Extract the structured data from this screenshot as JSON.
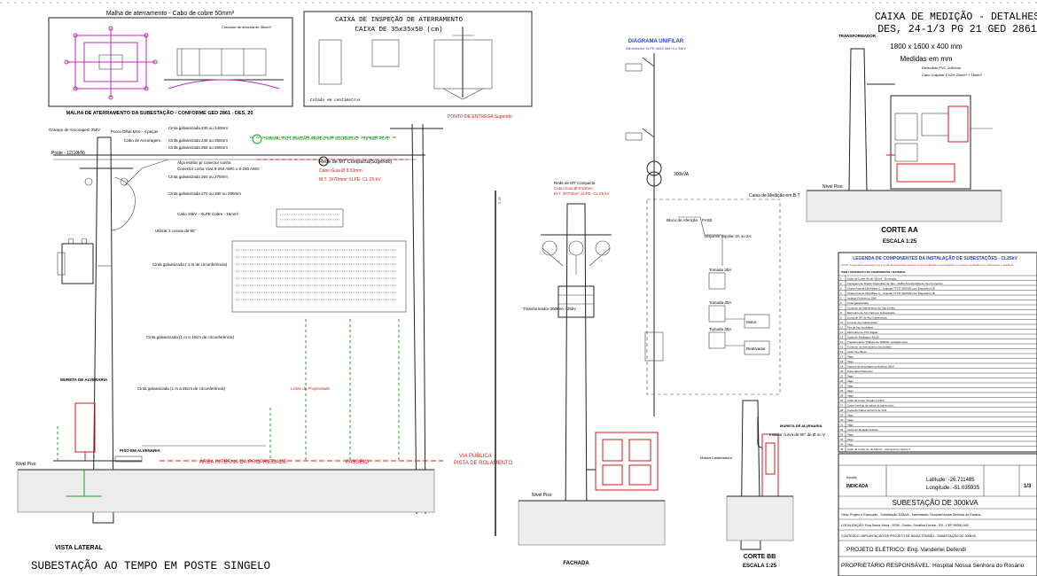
{
  "left": {
    "grounding_plan_title": "Malha de aterramento - Cabo de cobre 50mm²",
    "grounding_plan_note": "Condutor de descida de 35mm²",
    "grounding_caption": "MALHA DE ATERRAMENTO DA SUBESTAÇÃO - CONFORME GED 2861 - DES. 20",
    "inspection_title_1": "CAIXA DE INSPEÇÃO DE ATERRAMENTO",
    "inspection_title_2": "CAIXA   DE  35x35x50  (cm)",
    "inspection_note": "Cotado em centímetros",
    "delivery_point": "PONTO DE ENTREGA Sugerido",
    "branch_label": "RAMAL DE LIGAÇÃO AÉREO MT SUGERIDO ~ 28 METROS",
    "network_label_1": "Rede de MT Compacta(Sugerido)",
    "network_label_2": "Cabo Guia Ø 9.53mm",
    "network_label_3": "M.T. 3#70mm² XLPE- CL 25 kV",
    "pole_label": "Poste - 12(10kN)",
    "labels": [
      "Porca Olhal M16 - 4 peças",
      "Grampo de Ancoragem 25kV",
      "Cinta galvanizada 230 ou 240mm",
      "Cabo de Ancoragem",
      "Cinta galvanizada 240 ou 250mm",
      "Cinta galvanizada 250 ou 260mm",
      "Alça estribo p/ conector cunha",
      "Conector Linha Viva 8-250 AWG x 8-250 AWG",
      "Cinta galvanizada 260 ou 270mm",
      "Cinta galvanizada 270 ou 280 ou 290mm",
      "Cabo 15kV - XLPE Cobre - 16mm²",
      "Utilizar 2 curvas de 90°",
      "Cinta galvanizada ( 1 m de circunferência)",
      "Cinta galvanizada (1 m a 15cm de circunferência)",
      "Cinta galvanizada (1 m a 35cm de circunferência)"
    ],
    "wall_label": "MURETA DE ALVENARIA",
    "floor_label": "PISO EM ALVENARIA",
    "property_limit": "Limite de Propriedade",
    "internal_area": "ÁREA  INTERNA DA PROPRIEDADE",
    "sidewalk": "PASSEIO",
    "public_road": "VIA PÚBLICA",
    "road_surface": "PISTA DE ROLAMENTO",
    "floor_level": "Nível Piso",
    "lateral_view": "VISTA LATERAL",
    "main_title": "SUBESTAÇÃO AO TEMPO EM POSTE SINGELO"
  },
  "middle": {
    "single_line_title": "DIAGRAMA UNIFILAR",
    "single_line_sub": "Alimentador XLPE 3#25 3#8+Cu 25kV",
    "transformer": "300kVA",
    "network_label_1": "Rede de MT Compacta",
    "network_label_2": "Cabo Guia Ø 9.53mm",
    "network_label_3": "M.T. 3#70mm² XLPE- CL 25 kV",
    "transformer_label": "Transformador 300kVA - 25kV",
    "metering_box_label": "Caixa de Medição em B.T",
    "breaker_block": "Bloco de Aferição",
    "phase": "FASE",
    "breaker_label": "Disjuntor Bipolar 3A ou 2A",
    "socket_1": "Tomada 30A",
    "socket_2": "Tomada 30A",
    "socket_3": "Tomada 30A",
    "motor": "Motor",
    "reactive": "Reativador",
    "floor_level": "Nível Piso",
    "facade": "FACHADA",
    "section_bb": "CORTE BB",
    "scale_bb": "ESCALA 1:25",
    "curve_label": "Instalar curva de 90° de Ø no V",
    "wall_label": "MURETA DE ALVENARIA",
    "mass_label": "Massa Calafetadora"
  },
  "right": {
    "title": "CAIXA DE MEDIÇÃO - DETALHES",
    "subtitle": "DES, 24-1/3 PG 21 GED 2861",
    "size": "1800 x 1600 x 400 mm",
    "units": "Medidas em mm",
    "transformer": "TRANSFORMADOR",
    "pvc_label": "Eletroduto PVC 2x50mm",
    "cable_label": "Cabo Unipolar EXZH 25mm² + 16mm²",
    "floor_level": "Nível Piso",
    "section_aa": "CORTE AA",
    "scale_aa": "ESCALA 1:25",
    "legend_title": "LEGENDA DE COMPONENTES DA INSTALAÇÃO DE SUBESTAÇÕES - CL25kV",
    "legend_note": "NOTA: A legenda é genérica e se e a planta necessária apenas os itens utilizados na instalação em projeto e indicados em parênteses e aplicável.",
    "legend_header": "ITEM / DESCRIÇÃO DO COMPONENTE / MATERIAL",
    "legend_rows": [
      "Cabo de Cobre Nu de 35mm² - Derivação",
      "Ferragens de Tirante Dispositivo de Tipo - Malha Arredondada de Tipo Fornecido",
      "Chave Fusível 15kA Base C - Unipolar TT-NT 3A07/82 com Dispositivo LB",
      "Chave Fusível 15kA Base C - Unipolar TT-NT 3A07/82 com Dispositivo LB",
      "Isolador Polimérico 25kV",
      "Cinta galvanizada",
      "Conector de Aterramento do Tipo Cunha",
      "Eletroduto de Aço Carbono Galvanizado",
      "Curva de 90° de Aço Galvanizado",
      "Luva de Aço Galvanizado",
      "Fita de Aço Inoxidável",
      "Eletroduto de PVC Rígido",
      "Caixa de Passagem 30x30",
      "Transformador Trifásico de 300kVA - Isolação Seco",
      "Condutor de Aterramento Secundário",
      "Cabo Tipo Bloco",
      "Vago",
      "Vago",
      "Suporte de ancoragem polimérico 25kV",
      "Para-raios Polimérico",
      "Vago",
      "Vago",
      "Vago",
      "Vago",
      "Vago",
      "Cabo de Cobre Tensão 0,6/1kV",
      "Caixa Inserido de cabos de barramento",
      "Caixa de Cabos de Ferro de Vinil",
      "Vago",
      "Vago",
      "Vago",
      "Caixa de Medição Indireta",
      "Vago",
      "Vago",
      "Vago",
      "Cabo de Cobre Nu de 50mm² - Aterramento Classe 2"
    ],
    "tb_scale_label": "escala",
    "tb_scale": "INDICADA",
    "tb_lat": "Latitude: -26.711485",
    "tb_lon": "Longitude: -51.035935",
    "tb_sheet": "1/3",
    "tb_title": "SUBESTAÇÃO DE 300kVA",
    "tb_project": "Obra: Projeto e Execução - Subestação 300kVA - Interessado: Hospital Nossa Senhora do Rosário",
    "tb_location": "LOCALIZAÇÃO: Rua Santa Vieira - 9738 - Centro, Serafina Corrêa - RS - CEP 99250-000",
    "tb_content": "CONTEÚDO: IMPLANTAÇÃO DE PROJETO DE BAIXA TENSÃO - SUBESTAÇÃO DE 300kVA",
    "tb_engineer": "PROJETO ELÉTRICO:  Eng. Vanderlei Defendi",
    "tb_owner": "PROPRIETÁRIO RESPONSÁVEL:  Hospital Nossa Senhora do Rosário"
  },
  "colors": {
    "line": "#222222",
    "red": "#d21b1b",
    "green": "#19a319",
    "blue": "#2a3fc9",
    "magenta": "#c02ac0"
  }
}
